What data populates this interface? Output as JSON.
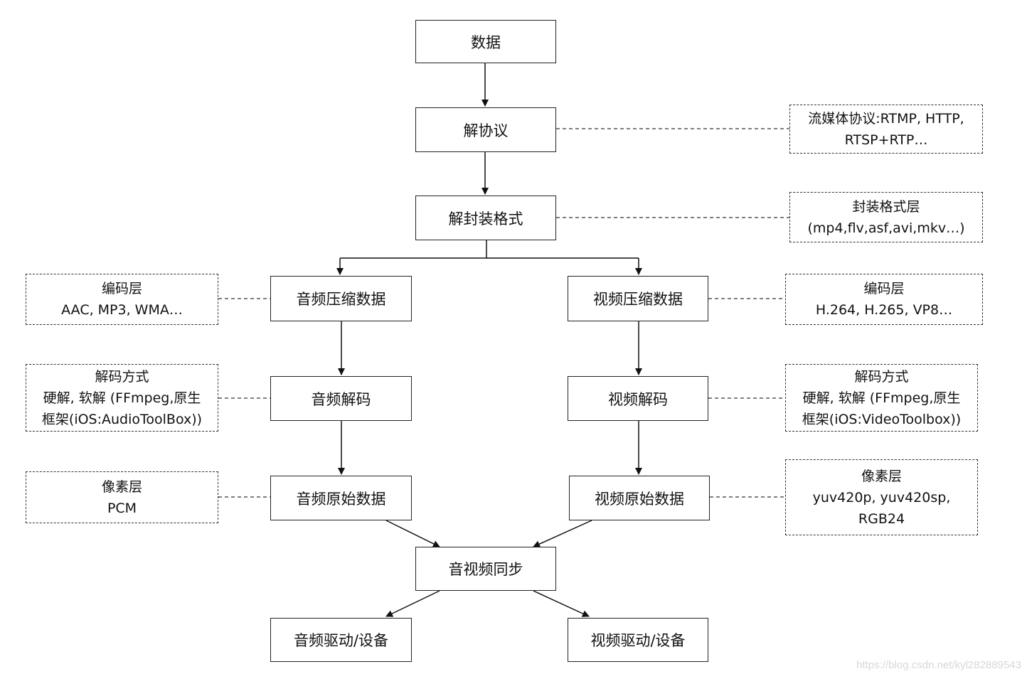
{
  "nodes": {
    "data": "数据",
    "protocol": "解协议",
    "demux": "解封装格式",
    "audio_compressed": "音频压缩数据",
    "video_compressed": "视频压缩数据",
    "audio_decode": "音频解码",
    "video_decode": "视频解码",
    "audio_raw": "音频原始数据",
    "video_raw": "视频原始数据",
    "av_sync": "音视频同步",
    "audio_device": "音频驱动/设备",
    "video_device": "视频驱动/设备"
  },
  "notes": {
    "protocol": [
      "流媒体协议:RTMP, HTTP,",
      "RTSP+RTP…"
    ],
    "container": [
      "封装格式层",
      "(mp4,flv,asf,avi,mkv…)"
    ],
    "audio_codec": [
      "编码层",
      "AAC, MP3, WMA…"
    ],
    "video_codec": [
      "编码层",
      "H.264, H.265, VP8…"
    ],
    "audio_decoder": [
      "解码方式",
      "硬解, 软解 (FFmpeg,原生",
      "框架(iOS:AudioToolBox))"
    ],
    "video_decoder": [
      "解码方式",
      "硬解, 软解 (FFmpeg,原生",
      "框架(iOS:VideoToolbox))"
    ],
    "audio_pixel": [
      "像素层",
      "PCM"
    ],
    "video_pixel": [
      "像素层",
      "yuv420p, yuv420sp,",
      "RGB24"
    ]
  },
  "watermark": "https://blog.csdn.net/kyl282889543"
}
